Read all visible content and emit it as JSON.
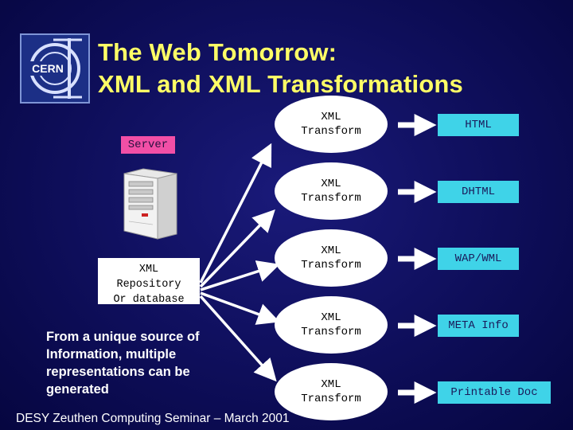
{
  "title": {
    "line1": "The Web Tomorrow:",
    "line2": "XML and XML Transformations"
  },
  "logo": {
    "text": "CERN",
    "icon": "cern-logo"
  },
  "server": {
    "label": "Server",
    "icon": "server-tower-icon"
  },
  "repository": {
    "line1": "XML",
    "line2": "Repository",
    "line3": "Or database"
  },
  "caption": "From a unique source of Information, multiple representations can be generated",
  "transforms": [
    {
      "line1": "XML",
      "line2": "Transform",
      "output": "HTML"
    },
    {
      "line1": "XML",
      "line2": "Transform",
      "output": "DHTML"
    },
    {
      "line1": "XML",
      "line2": "Transform",
      "output": "WAP/WML"
    },
    {
      "line1": "XML",
      "line2": "Transform",
      "output": "META Info"
    },
    {
      "line1": "XML",
      "line2": "Transform",
      "output": "Printable Doc"
    }
  ],
  "footer": "DESY Zeuthen Computing Seminar – March 2001",
  "colors": {
    "background": "#10106a",
    "title": "#ffff66",
    "server_label_bg": "#f24fa6",
    "output_box_bg": "#3fd3e8",
    "arrow": "#ffffff"
  }
}
